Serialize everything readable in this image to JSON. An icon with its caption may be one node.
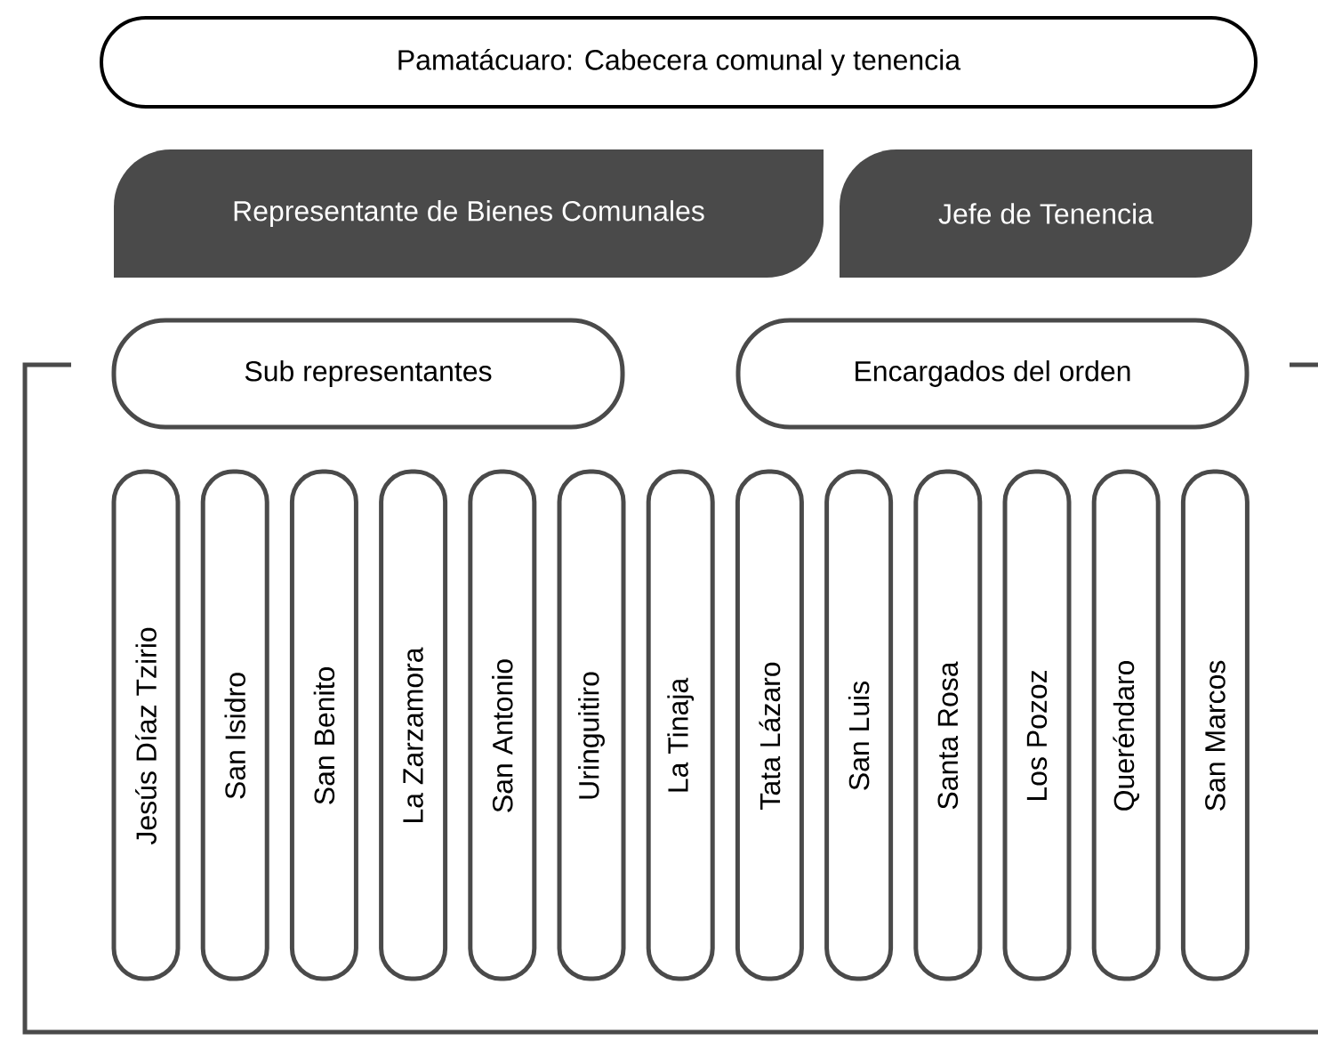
{
  "diagram": {
    "nodes": [
      {
        "text": [
          "Pamatácuaro: Cabecera comunal y tenencia"
        ]
      },
      {
        "text": [
          "Representante de Bienes Comunales"
        ]
      },
      {
        "text": [
          "Jefe de Tenencia"
        ]
      },
      {
        "text": [
          "Sub representantes"
        ]
      },
      {
        "text": [
          "Encargados del orden"
        ]
      },
      {
        "text": [
          "Jesús Díaz Tzirio"
        ]
      },
      {
        "text": [
          "San Isidro"
        ]
      },
      {
        "text": [
          "San Benito"
        ]
      },
      {
        "text": [
          "La Zarzamora"
        ]
      },
      {
        "text": [
          "San Antonio"
        ]
      },
      {
        "text": [
          "Uringuitiro"
        ]
      },
      {
        "text": [
          "La Tinaja"
        ]
      },
      {
        "text": [
          "Tata Lázaro"
        ]
      },
      {
        "text": [
          "San Luis"
        ]
      },
      {
        "text": [
          "Santa Rosa"
        ]
      },
      {
        "text": [
          "Los Pozoz"
        ]
      },
      {
        "text": [
          "Queréndaro"
        ]
      },
      {
        "text": [
          "San Marcos"
        ]
      }
    ]
  }
}
